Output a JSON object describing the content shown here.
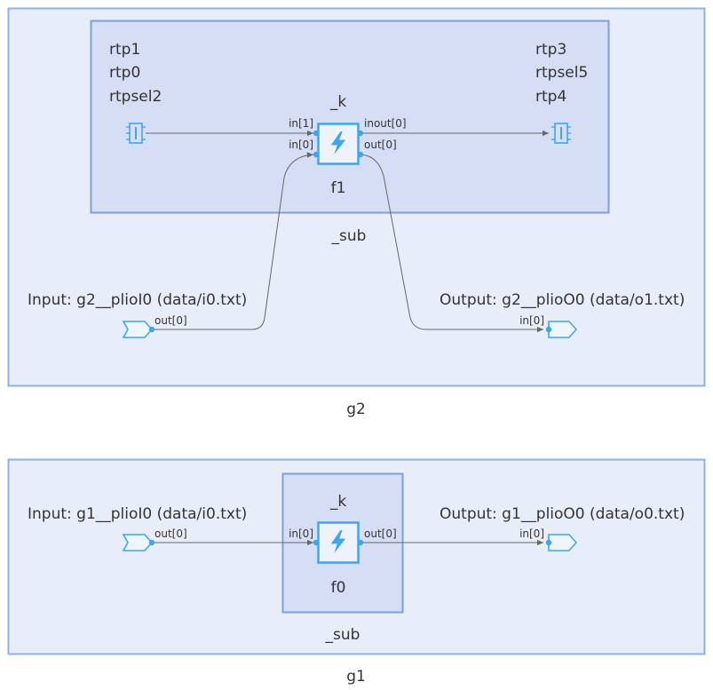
{
  "graphs": {
    "g2": {
      "name": "g2",
      "subgraph": "_sub",
      "rtp_left": [
        "rtp1",
        "rtp0",
        "rtpsel2"
      ],
      "rtp_right": [
        "rtp3",
        "rtpsel5",
        "rtp4"
      ],
      "kernel": {
        "name": "_k",
        "instance": "f1",
        "ports": {
          "in1": "in[1]",
          "in0": "in[0]",
          "inout0": "inout[0]",
          "out0": "out[0]"
        }
      },
      "input": {
        "label": "Input: g2__plioI0 (data/i0.txt)",
        "port": "out[0]"
      },
      "output": {
        "label": "Output: g2__plioO0 (data/o1.txt)",
        "port": "in[0]"
      }
    },
    "g1": {
      "name": "g1",
      "subgraph": "_sub",
      "kernel": {
        "name": "_k",
        "instance": "f0",
        "ports": {
          "in0": "in[0]",
          "out0": "out[0]"
        }
      },
      "input": {
        "label": "Input: g1__plioI0 (data/i0.txt)",
        "port": "out[0]"
      },
      "output": {
        "label": "Output: g1__plioO0 (data/o0.txt)",
        "port": "in[0]"
      }
    }
  },
  "colors": {
    "outer_fill": "#e8eef9",
    "outer_stroke": "#8eb0e6",
    "inner_fill": "#d6def6",
    "inner_stroke": "#7aa0e0",
    "accent": "#3ea6ee",
    "wire": "#666666"
  }
}
